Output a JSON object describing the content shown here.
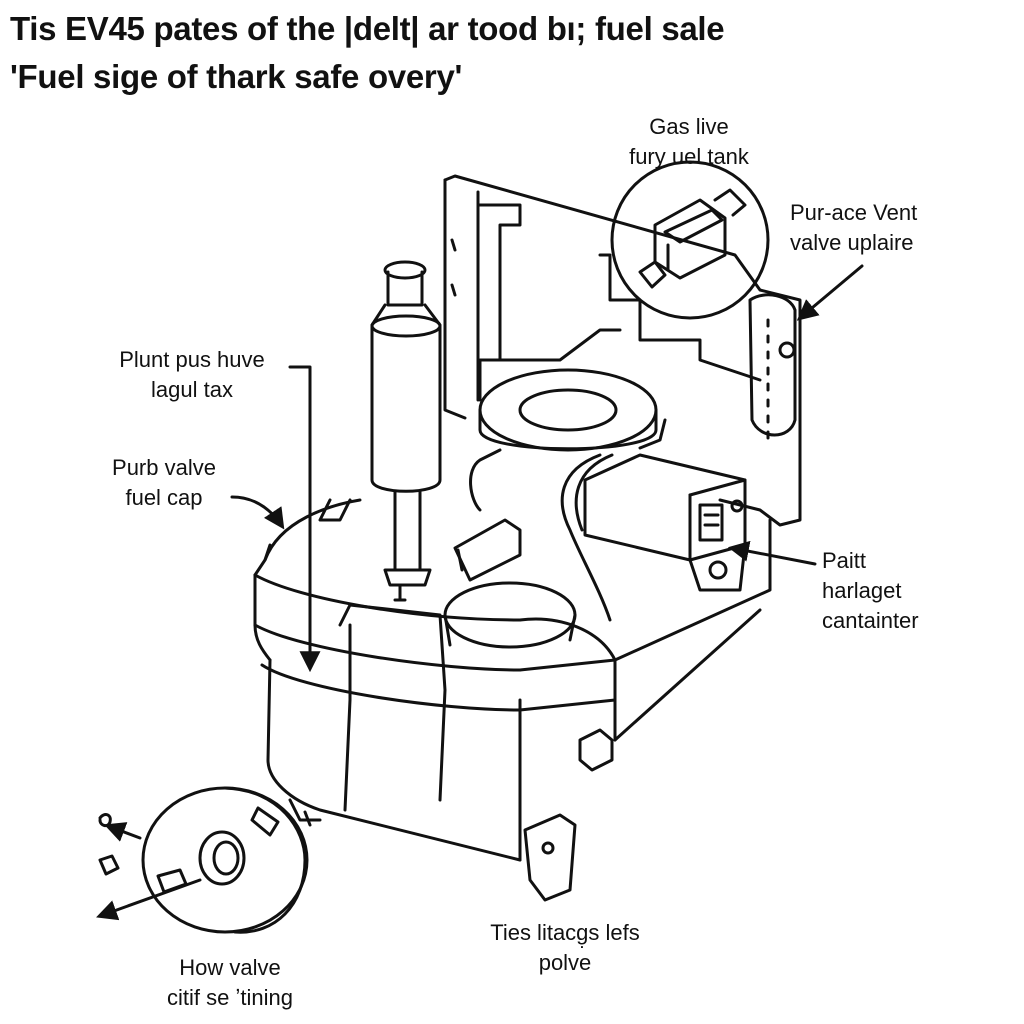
{
  "title": {
    "line1": "Tis EV45 pates of the |delt| ar tood bı; fuel sale",
    "line2": "'Fuel sige of thark safe overy'"
  },
  "labels": {
    "gas_line": [
      "Gas live",
      "fury uel tank"
    ],
    "purge_vent": [
      "Pur‑ace Vent",
      "valve uplaire"
    ],
    "plunt": [
      "Plunt pus huve",
      "lagul tax"
    ],
    "purb_valve": [
      "Purb valve",
      "fuel cap"
    ],
    "paitt": [
      "Paitt",
      "harlaget",
      "cantainter"
    ],
    "ties": [
      "Ties litacg̣s lefs",
      "polve"
    ],
    "how_valve": [
      "How valve",
      "citif se ʼtining"
    ]
  },
  "colors": {
    "line": "#111111",
    "background": "#ffffff"
  }
}
